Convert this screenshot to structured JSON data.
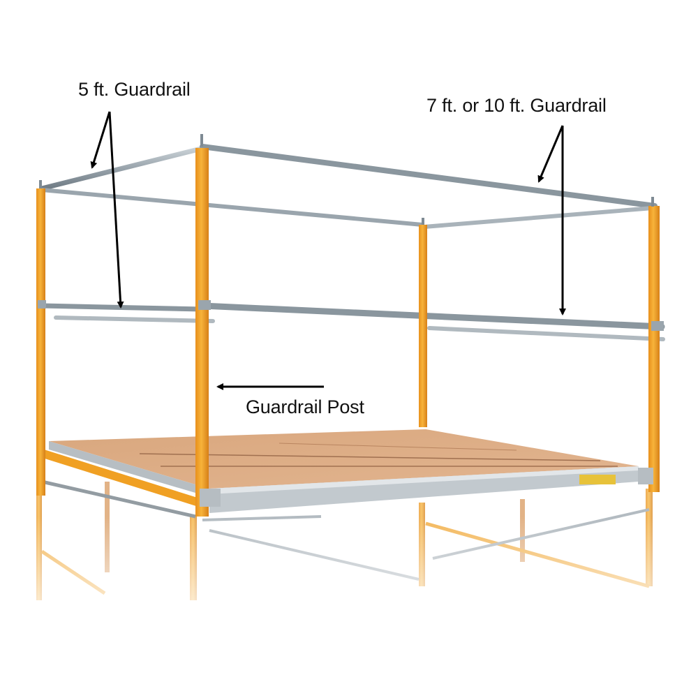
{
  "annotations": {
    "five_ft_guardrail": "5 ft. Guardrail",
    "seven_or_ten_ft_guardrail": "7 ft. or 10 ft. Guardrail",
    "guardrail_post": "Guardrail Post"
  },
  "colors": {
    "post_orange": "#F0A023",
    "post_shade": "#D9831A",
    "rail_steel": "#A9B3BA",
    "rail_dark": "#7E8A93",
    "deck_wood": "#D8A47A",
    "deck_edge": "#B8BEC4",
    "arrow": "#000000",
    "background": "#FFFFFF"
  }
}
